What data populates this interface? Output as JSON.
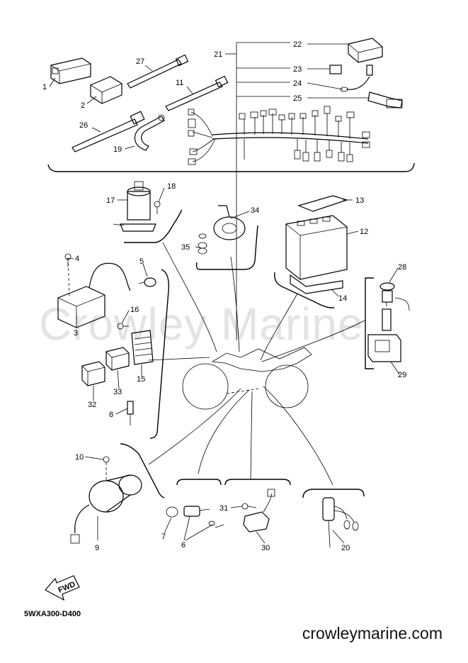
{
  "watermark": "Crowley Marine",
  "diagram_code": "5WXA300-D400",
  "site_url": "crowleymarine.com",
  "fwd_label": "FWD",
  "callouts": [
    "1",
    "2",
    "3",
    "4",
    "5",
    "6",
    "7",
    "8",
    "9",
    "10",
    "11",
    "12",
    "13",
    "14",
    "15",
    "16",
    "17",
    "18",
    "19",
    "20",
    "21",
    "22",
    "23",
    "24",
    "25",
    "26",
    "27",
    "28",
    "29",
    "30",
    "31",
    "32",
    "33",
    "34",
    "35"
  ]
}
